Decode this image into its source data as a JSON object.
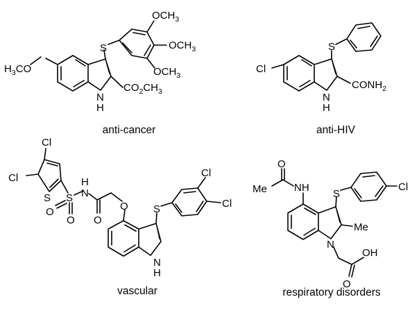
{
  "figure": {
    "compounds": [
      {
        "activity_label": "anti-cancer",
        "atoms": {
          "s": "S",
          "ome1": "OCH",
          "ome1_sub": "3",
          "ome2": "OCH",
          "ome2_sub": "3",
          "ome3": "OCH",
          "ome3_sub": "3",
          "meo_h": "H",
          "meo_sub": "3",
          "meo_co": "CO",
          "ester_co": "CO",
          "ester_sub2": "2",
          "ester_ch": "CH",
          "ester_sub3": "3",
          "nh_n": "N",
          "nh_h": "H"
        }
      },
      {
        "activity_label": "anti-HIV",
        "atoms": {
          "cl": "Cl",
          "s": "S",
          "amide": "CONH",
          "amide_sub": "2",
          "nh_n": "N",
          "nh_h": "H"
        }
      },
      {
        "activity_label": "vascular",
        "atoms": {
          "cl_a": "Cl",
          "cl_b": "Cl",
          "s_thio": "S",
          "s_sulf": "S",
          "o_a": "O",
          "o_b": "O",
          "nh": "H",
          "n": "N",
          "o_c": "O",
          "o_ether": "O",
          "s_link": "S",
          "cl_c": "Cl",
          "cl_d": "Cl",
          "nh_n": "N",
          "nh_h": "H"
        }
      },
      {
        "activity_label": "respiratory disorders",
        "atoms": {
          "o_acyl": "O",
          "me_acyl": "Me",
          "nh": "NH",
          "s": "S",
          "cl": "Cl",
          "me": "Me",
          "n": "N",
          "o": "O",
          "oh": "OH"
        }
      }
    ]
  }
}
